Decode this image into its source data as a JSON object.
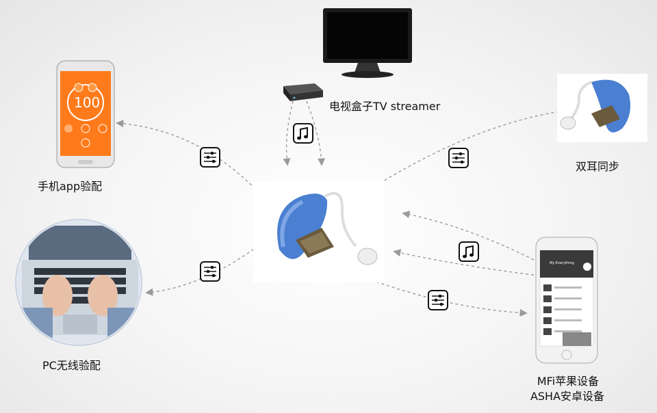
{
  "labels": {
    "tv": "电视盒子TV streamer",
    "phone": "手机app验配",
    "pc": "PC无线验配",
    "binaural": "双耳同步",
    "mfi": "MFi苹果设备",
    "asha": "ASHA安卓设备",
    "phone_screen_value": "100",
    "song_title": "My Everything"
  },
  "icons": {
    "fitting": "sliders-icon",
    "audio": "music-note-icon"
  },
  "colors": {
    "hearing_aid_blue": "#4a7fd1",
    "phone_orange": "#ff7a1a",
    "connector_gray": "#9a9a9a"
  }
}
